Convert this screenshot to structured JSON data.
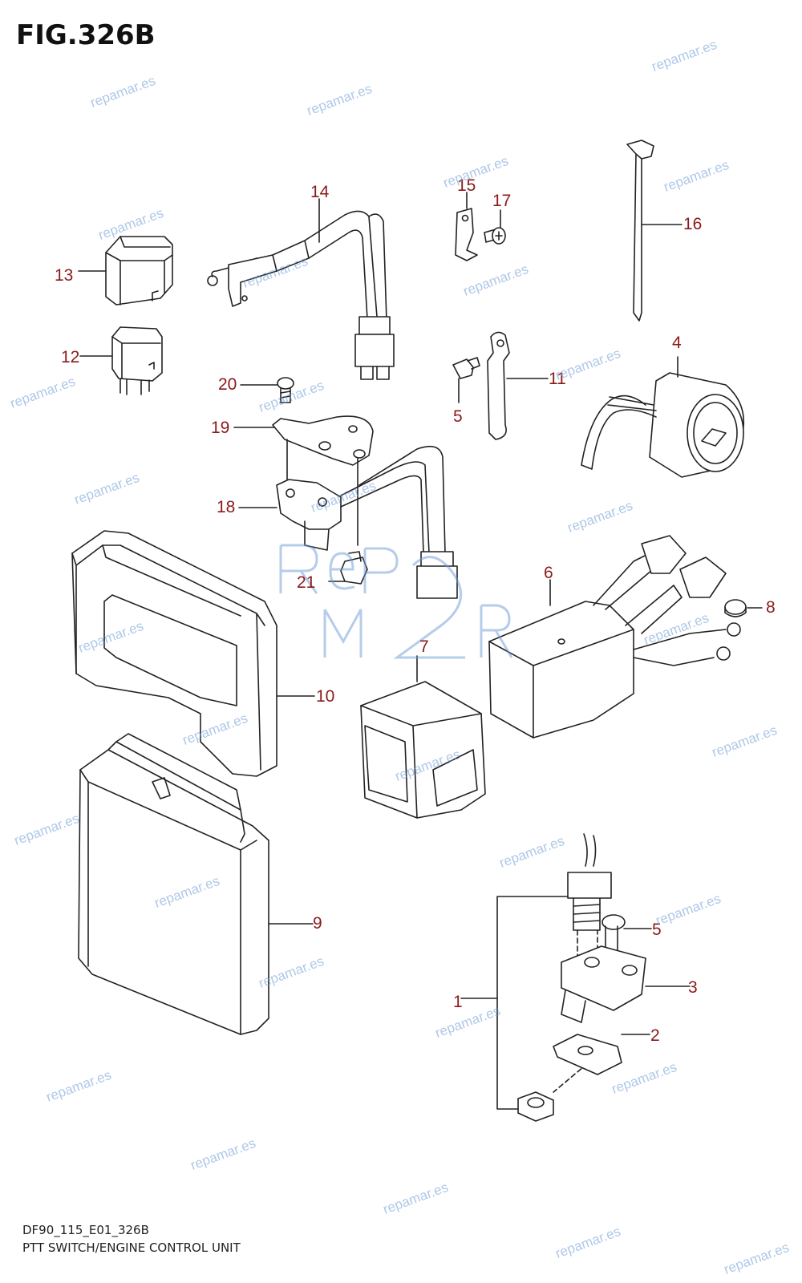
{
  "figure": {
    "title": "FIG.326B",
    "code": "DF90_115_E01_326B",
    "description": "PTT SWITCH/ENGINE CONTROL UNIT"
  },
  "watermark": {
    "text": "repamar.es",
    "color": "#6d9bd6"
  },
  "logo": {
    "text": "REPMAR",
    "color": "#6d9bd6"
  },
  "callout_color": "#8b1a1a",
  "callouts": [
    {
      "id": "1",
      "label": "1"
    },
    {
      "id": "2",
      "label": "2"
    },
    {
      "id": "3",
      "label": "3"
    },
    {
      "id": "4",
      "label": "4"
    },
    {
      "id": "5a",
      "label": "5"
    },
    {
      "id": "5b",
      "label": "5"
    },
    {
      "id": "6",
      "label": "6"
    },
    {
      "id": "7",
      "label": "7"
    },
    {
      "id": "8",
      "label": "8"
    },
    {
      "id": "9",
      "label": "9"
    },
    {
      "id": "10",
      "label": "10"
    },
    {
      "id": "11",
      "label": "11"
    },
    {
      "id": "12",
      "label": "12"
    },
    {
      "id": "13",
      "label": "13"
    },
    {
      "id": "14",
      "label": "14"
    },
    {
      "id": "15",
      "label": "15"
    },
    {
      "id": "16",
      "label": "16"
    },
    {
      "id": "17",
      "label": "17"
    },
    {
      "id": "18",
      "label": "18"
    },
    {
      "id": "19",
      "label": "19"
    },
    {
      "id": "20",
      "label": "20"
    },
    {
      "id": "21",
      "label": "21"
    }
  ]
}
